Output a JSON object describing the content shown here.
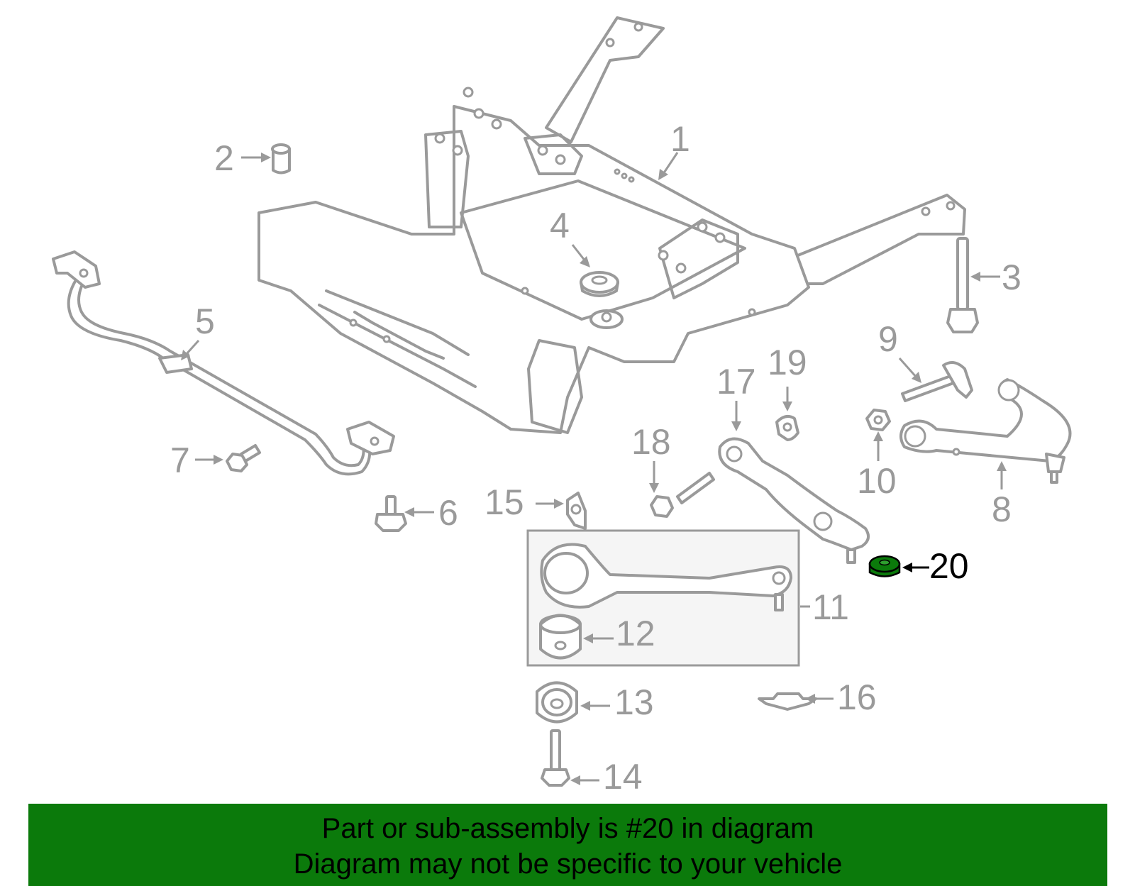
{
  "callouts": {
    "c1": "1",
    "c2": "2",
    "c3": "3",
    "c4": "4",
    "c5": "5",
    "c6": "6",
    "c7": "7",
    "c8": "8",
    "c9": "9",
    "c10": "10",
    "c11": "11",
    "c12": "12",
    "c13": "13",
    "c14": "14",
    "c15": "15",
    "c16": "16",
    "c17": "17",
    "c18": "18",
    "c19": "19",
    "c20": "20"
  },
  "highlighted_part": "20",
  "colors": {
    "line_art": "#9a9a9a",
    "highlight_fill": "#0b7a0b",
    "highlight_text": "#000000",
    "banner_background": "#0b7a0b",
    "kit_box_background": "#f5f5f5"
  },
  "banner": {
    "line1": "Part or sub-assembly is #20 in diagram",
    "line2": "Diagram may not be specific to your vehicle"
  }
}
